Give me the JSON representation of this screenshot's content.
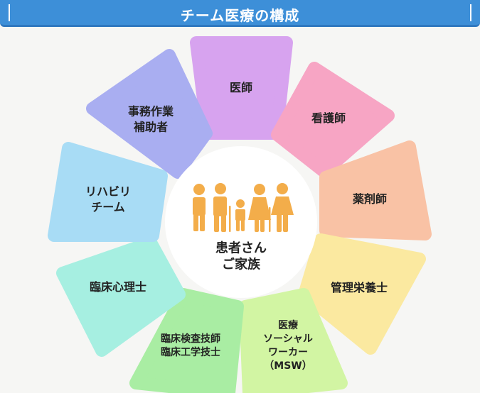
{
  "header": {
    "title": "チーム医療の構成"
  },
  "center": {
    "label": "患者さん\nご家族"
  },
  "roles": [
    {
      "label": "医師",
      "color": "#d7a3ef"
    },
    {
      "label": "看護師",
      "color": "#f7a5c4"
    },
    {
      "label": "薬剤師",
      "color": "#f9c2a5"
    },
    {
      "label": "管理栄養士",
      "color": "#fbe9a0"
    },
    {
      "label": "医療\nソーシャル\nワーカー\n（MSW）",
      "color": "#d2f5a3"
    },
    {
      "label": "臨床検査技師\n臨床工学技士",
      "color": "#a9eda3"
    },
    {
      "label": "臨床心理士",
      "color": "#a6efe1"
    },
    {
      "label": "リハビリ\nチーム",
      "color": "#a8dcf5"
    },
    {
      "label": "事務作業\n補助者",
      "color": "#a9aef1"
    }
  ],
  "figure_color": "#f3ad4a"
}
